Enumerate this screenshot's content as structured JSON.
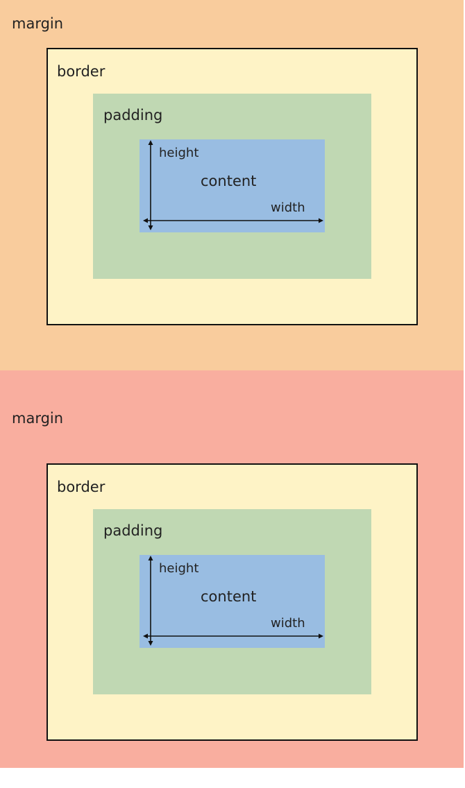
{
  "colors": {
    "margin_top": "#f9cc9d",
    "margin_bottom": "#f9ae9f",
    "border": "#fef3c6",
    "padding": "#c0d8b3",
    "content": "#99bde2"
  },
  "diagrams": [
    {
      "margin_label": "margin",
      "border_label": "border",
      "padding_label": "padding",
      "content_label": "content",
      "height_label": "height",
      "width_label": "width"
    },
    {
      "margin_label": "margin",
      "border_label": "border",
      "padding_label": "padding",
      "content_label": "content",
      "height_label": "height",
      "width_label": "width"
    }
  ]
}
